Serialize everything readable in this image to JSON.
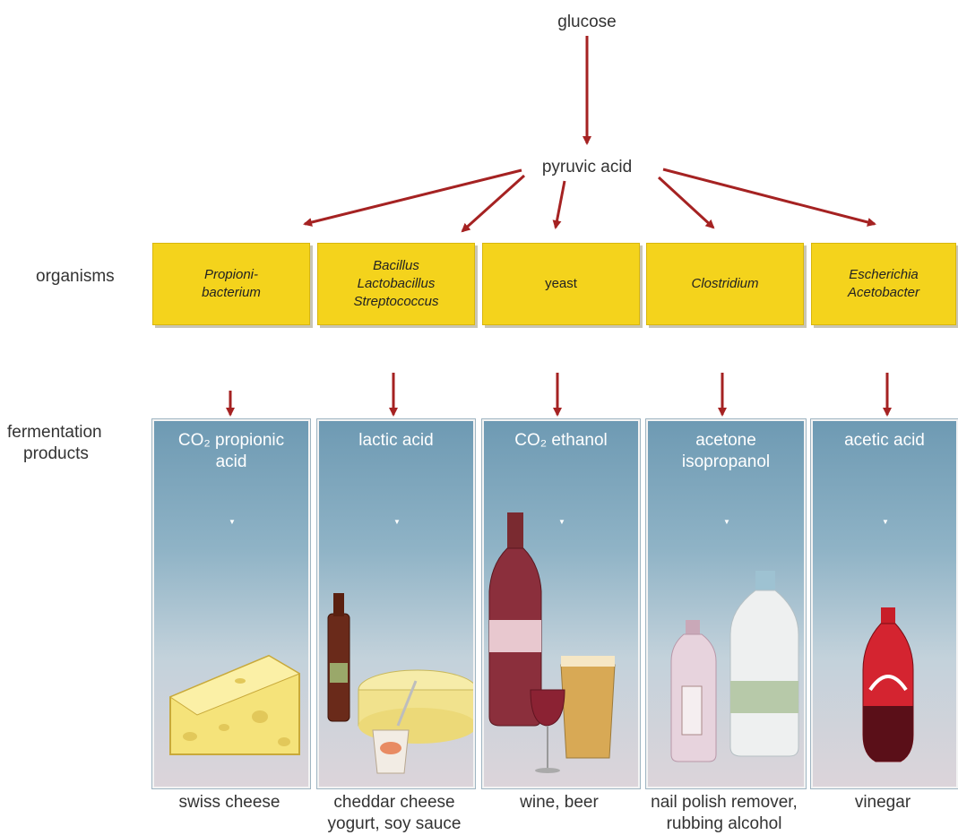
{
  "top": {
    "glucose": "glucose",
    "pyruvic": "pyruvic acid"
  },
  "row_labels": {
    "organisms": "organisms",
    "fermentation_line1": "fermentation",
    "fermentation_line2": "products"
  },
  "columns": [
    {
      "organism_lines": [
        "Propioni-",
        "bacterium"
      ],
      "product_lines": [
        "CO₂ propionic",
        "acid"
      ],
      "caption_lines": [
        "swiss cheese",
        ""
      ]
    },
    {
      "organism_lines": [
        "Bacillus",
        "Lactobacillus",
        "Streptococcus"
      ],
      "product_lines": [
        "lactic acid",
        ""
      ],
      "caption_lines": [
        "cheddar cheese",
        "yogurt, soy sauce"
      ]
    },
    {
      "organism_lines": [
        "yeast",
        "",
        ""
      ],
      "product_lines": [
        "CO₂ ethanol",
        ""
      ],
      "caption_lines": [
        "wine, beer",
        ""
      ]
    },
    {
      "organism_lines": [
        "Clostridium",
        "",
        ""
      ],
      "product_lines": [
        "acetone",
        "isopropanol"
      ],
      "caption_lines": [
        "nail polish remover,",
        "rubbing alcohol"
      ]
    },
    {
      "organism_lines": [
        "Escherichia",
        "Acetobacter",
        ""
      ],
      "product_lines": [
        "acetic acid",
        ""
      ],
      "caption_lines": [
        "vinegar",
        ""
      ]
    }
  ],
  "colors": {
    "arrow": "#a52222",
    "organism_box": "#f4d31c",
    "panel_top": "#6e9ab3"
  }
}
